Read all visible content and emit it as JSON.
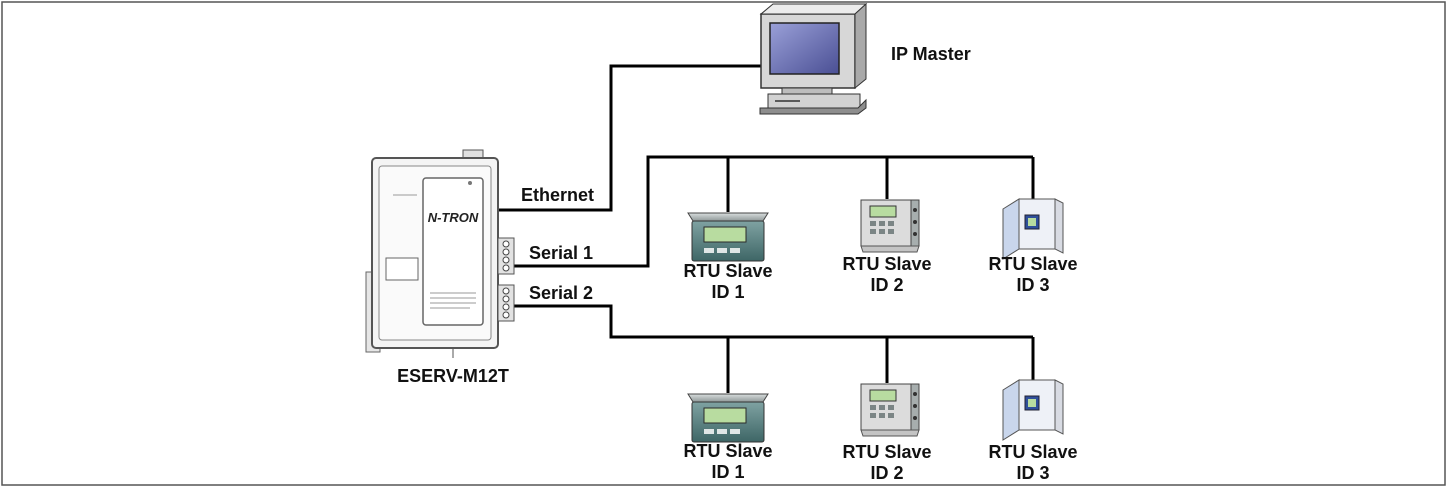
{
  "diagram": {
    "master_label": "IP Master",
    "device_label": "ESERV-M12T",
    "device_brand": "N-TRON",
    "links": {
      "ethernet": "Ethernet",
      "serial1": "Serial 1",
      "serial2": "Serial 2"
    },
    "serial1_slaves": [
      {
        "name": "RTU Slave",
        "id": "ID 1",
        "kind": "scale-terminal"
      },
      {
        "name": "RTU Slave",
        "id": "ID 2",
        "kind": "keypad-meter"
      },
      {
        "name": "RTU Slave",
        "id": "ID 3",
        "kind": "relay-module"
      }
    ],
    "serial2_slaves": [
      {
        "name": "RTU Slave",
        "id": "ID 1",
        "kind": "scale-terminal"
      },
      {
        "name": "RTU Slave",
        "id": "ID 2",
        "kind": "keypad-meter"
      },
      {
        "name": "RTU Slave",
        "id": "ID 3",
        "kind": "relay-module"
      }
    ],
    "colors": {
      "wire": "#000000",
      "screen": "#6b6fb0",
      "lcd": "#b8dca0",
      "device_body": "#f2f2f2"
    }
  }
}
